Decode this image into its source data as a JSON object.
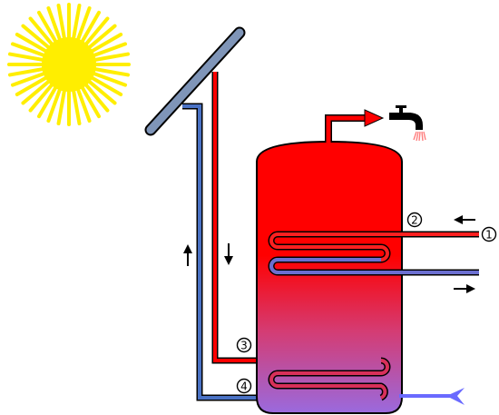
{
  "labels": {
    "marker_1": "1",
    "marker_2": "2",
    "marker_3": "3",
    "marker_4": "4"
  },
  "icons": {
    "sun": "sun-icon",
    "tap": "faucet-icon",
    "flow_up": "up-arrow-icon",
    "flow_down": "down-arrow-icon",
    "flow_in": "left-arrow-icon",
    "flow_out": "right-arrow-icon",
    "cold_inlet": "arrowhead-icon"
  },
  "colors": {
    "sun": "#ffee00",
    "hot": "#ff0000",
    "cold": "#4a72c4",
    "cold_inlet": "#6a6aff",
    "tank_top": "#ff0000",
    "tank_bottom": "#9966dd",
    "collector": "#7f95b8",
    "outline": "#000000",
    "water_spray": "#ff8080"
  }
}
